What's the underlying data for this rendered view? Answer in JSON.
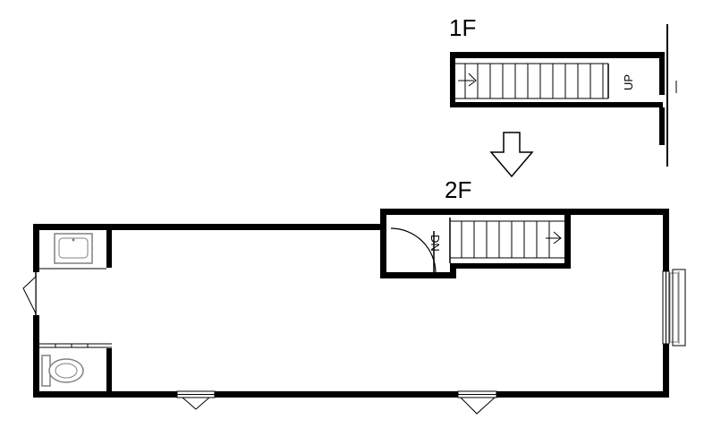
{
  "plan": {
    "floor_1_label": "1F",
    "floor_2_label": "2F",
    "stair_up_label": "UP",
    "stair_down_label": "DN",
    "colors": {
      "wall": "#000000",
      "fixture": "#808080",
      "background": "#ffffff"
    },
    "icons": {
      "transition_arrow": "down-arrow-icon",
      "window": "window-icon",
      "door": "door-icon"
    }
  }
}
